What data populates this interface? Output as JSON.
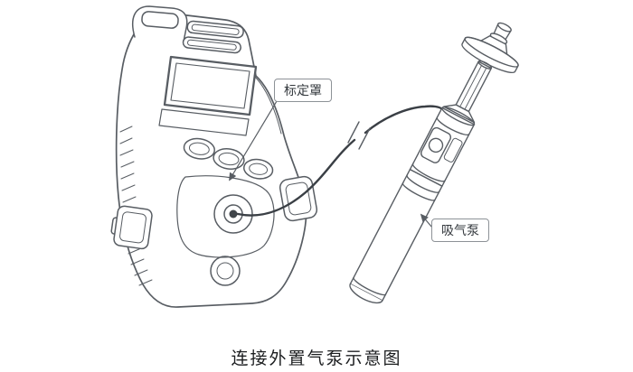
{
  "diagram": {
    "labels": {
      "calibration_cap": "标定罩",
      "suction_pump": "吸气泵"
    },
    "caption": "连接外置气泵示意图",
    "parts": [
      "gas-detector-illustration",
      "connecting-tube",
      "pipe-break-marks",
      "external-suction-pump-illustration"
    ],
    "colors": {
      "line": "#585d63",
      "tube": "#3a3f45",
      "label_border": "#8d9297",
      "text": "#1c1e20"
    }
  }
}
